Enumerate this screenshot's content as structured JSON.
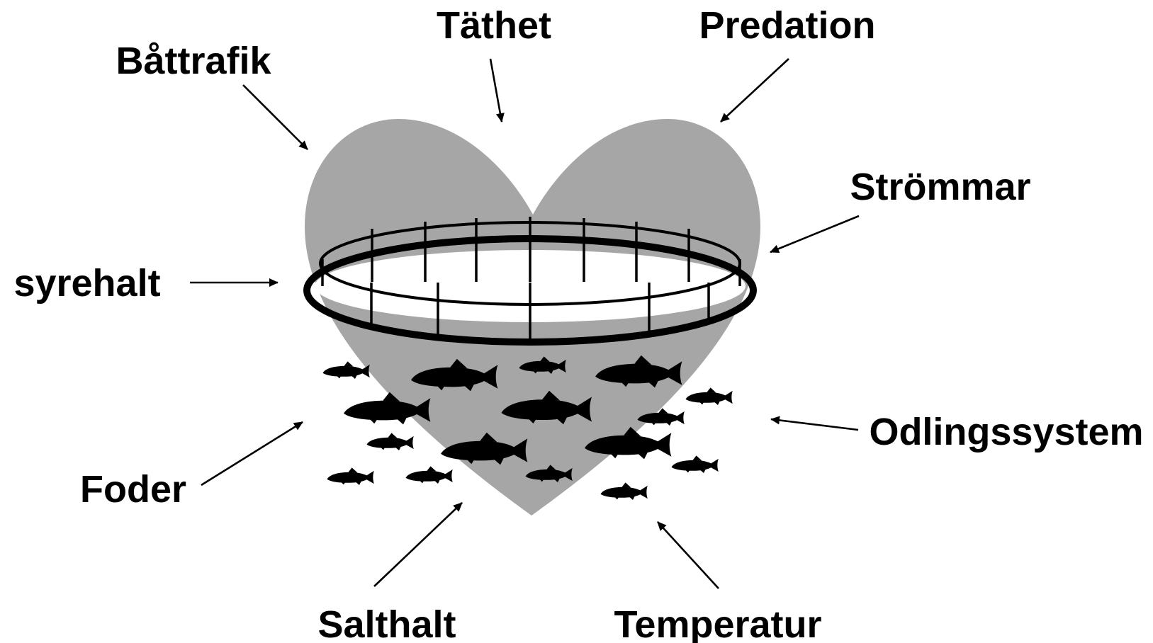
{
  "labels": {
    "battrafik": "Båttrafik",
    "tathet": "Täthet",
    "predation": "Predation",
    "strommar": "Strömmar",
    "syrehalt": "syrehalt",
    "odlingssystem": "Odlingssystem",
    "foder": "Foder",
    "salthalt": "Salthalt",
    "temperatur": "Temperatur"
  },
  "colors": {
    "heart": "#a6a6a6",
    "ring": "#000000",
    "fish": "#000000",
    "text": "#000000",
    "background": "#ffffff"
  },
  "icons": {
    "center": "heart-shape",
    "cage": "fish-farm-net-pen",
    "fish": "fish-icon"
  },
  "counts": {
    "fish": 16
  }
}
